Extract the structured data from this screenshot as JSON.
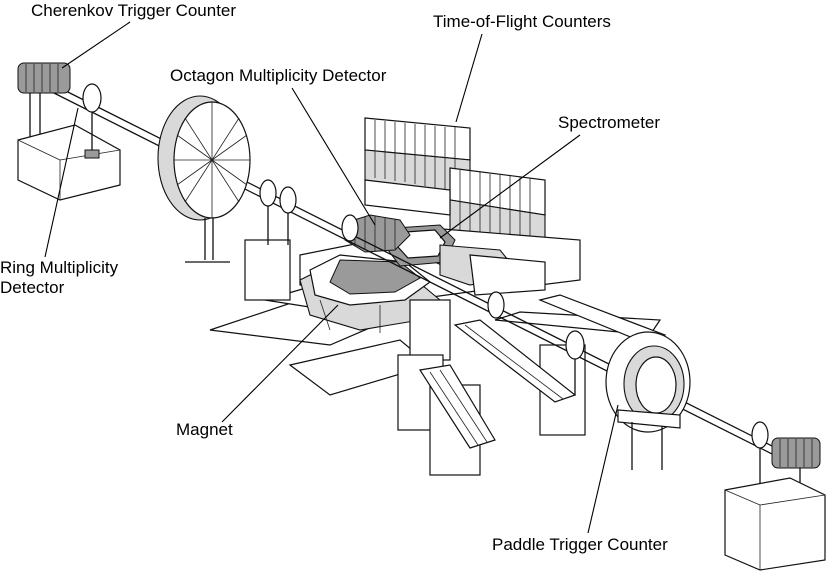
{
  "labels": {
    "cherenkov": "Cherenkov Trigger Counter",
    "tof": "Time-of-Flight Counters",
    "octagon": "Octagon Multiplicity Detector",
    "spectrometer": "Spectrometer",
    "ring_line1": "Ring Multiplicity",
    "ring_line2": "Detector",
    "magnet": "Magnet",
    "paddle": "Paddle Trigger Counter"
  },
  "colors": {
    "ink": "#111111",
    "fill_light": "#d9d9d9",
    "fill_dark": "#9a9a9a",
    "background": "#ffffff"
  }
}
